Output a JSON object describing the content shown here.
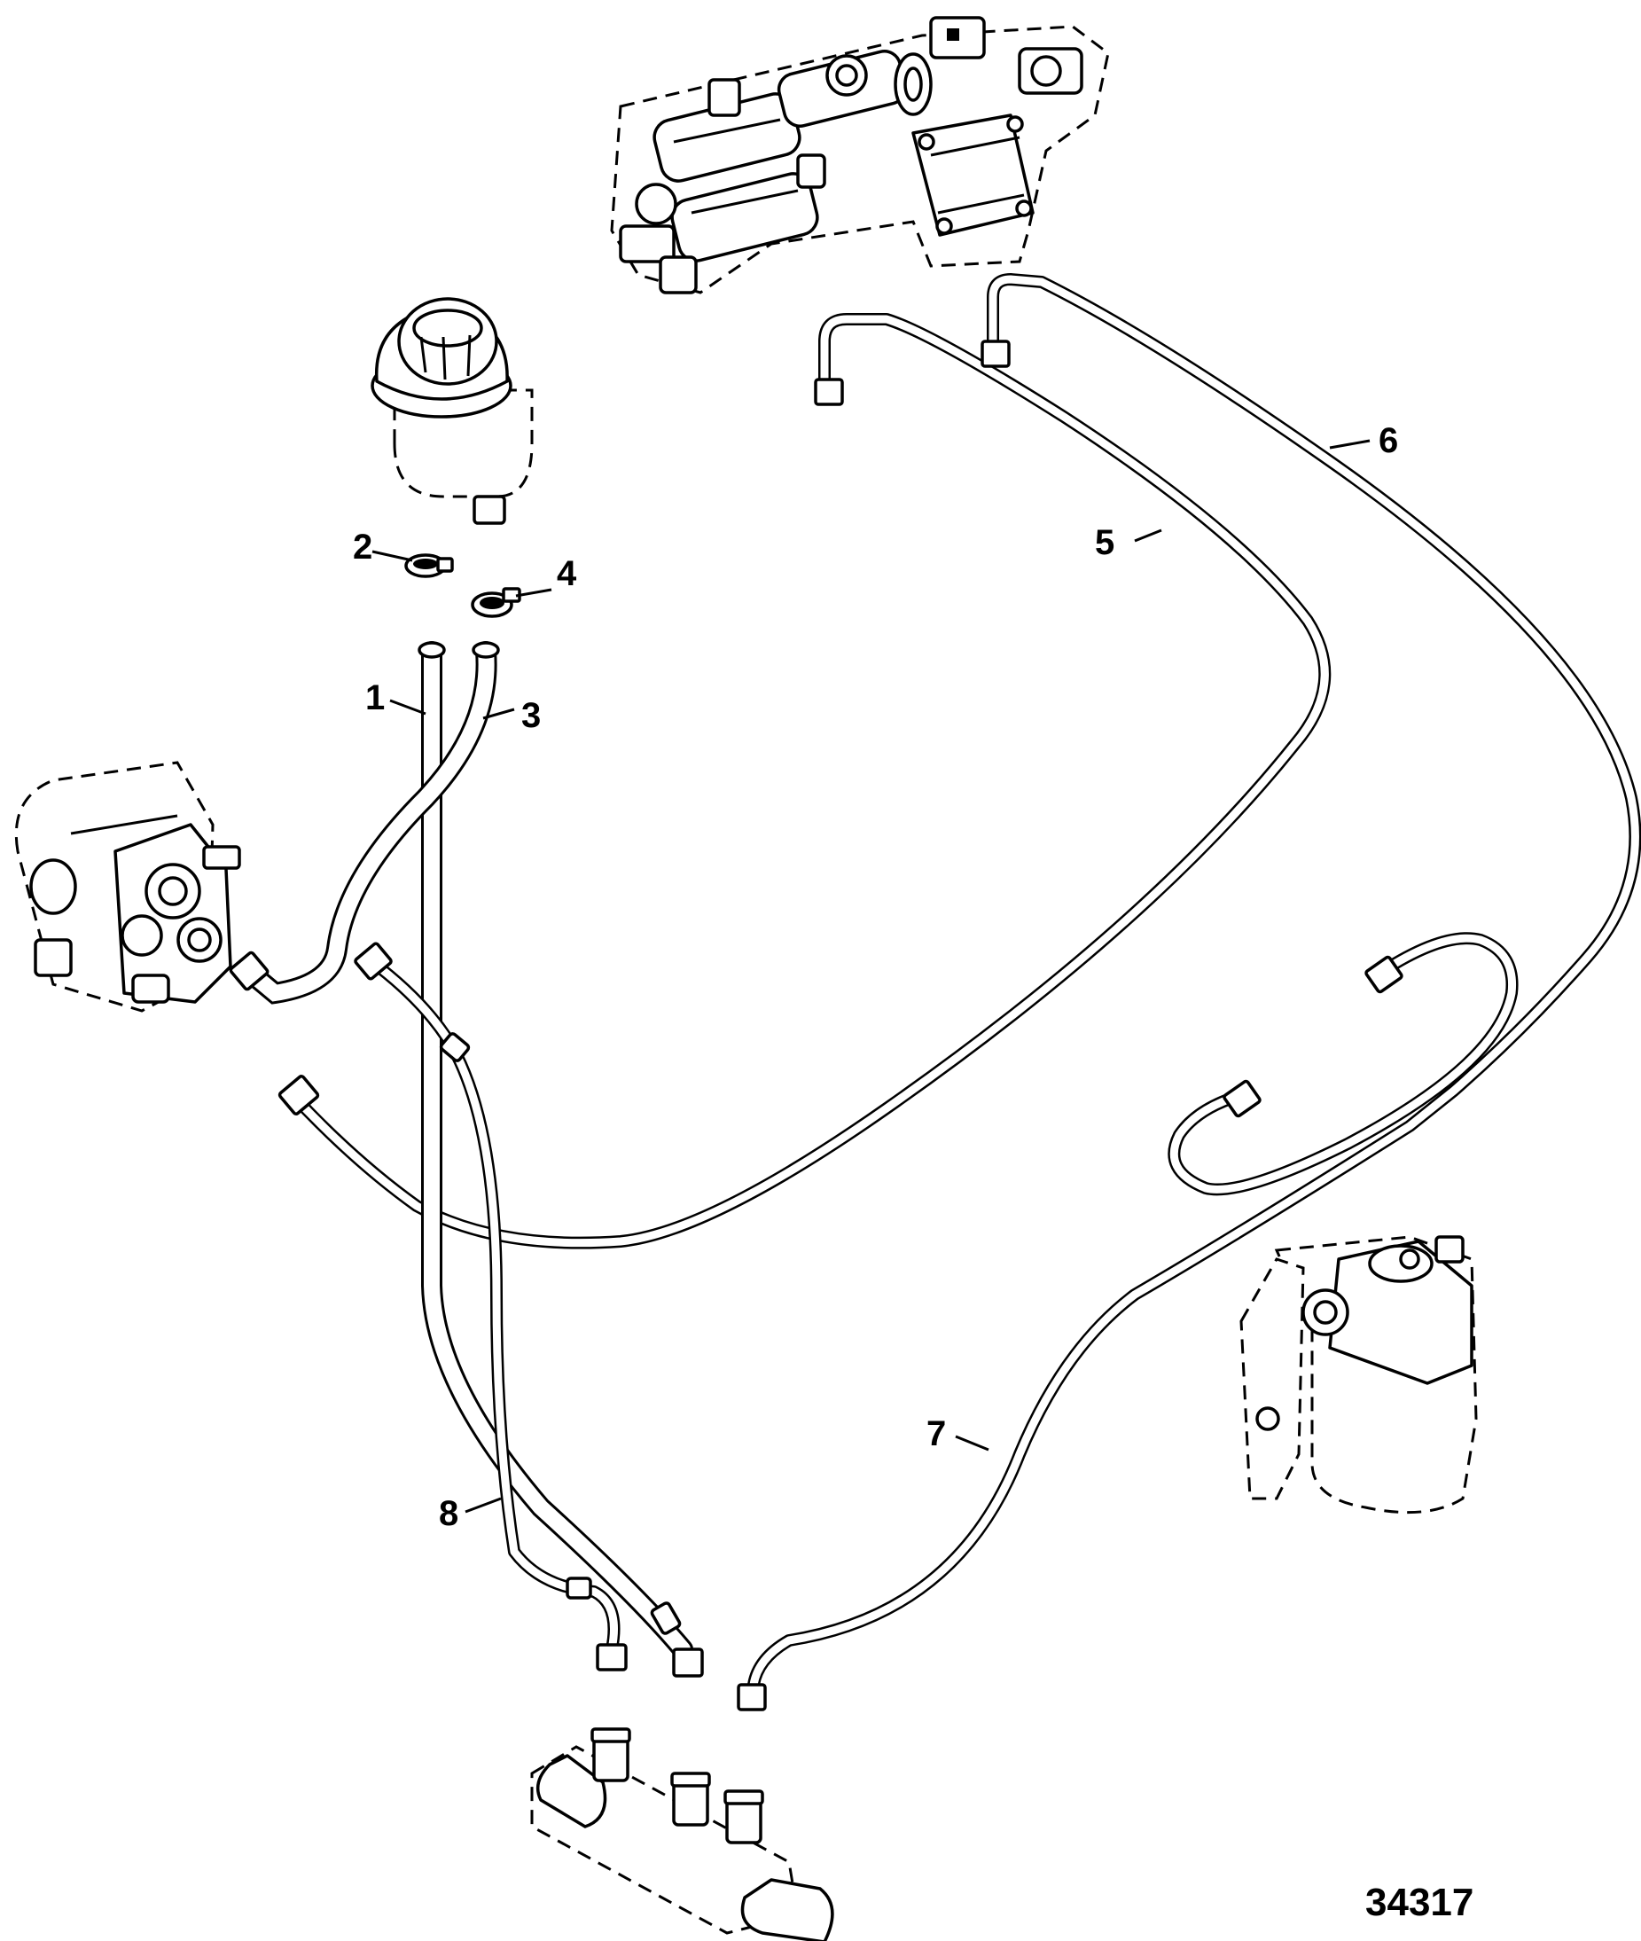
{
  "callouts": {
    "c1": "1",
    "c2": "2",
    "c3": "3",
    "c4": "4",
    "c5": "5",
    "c6": "6",
    "c7": "7",
    "c8": "8"
  },
  "figure_number": "34317"
}
